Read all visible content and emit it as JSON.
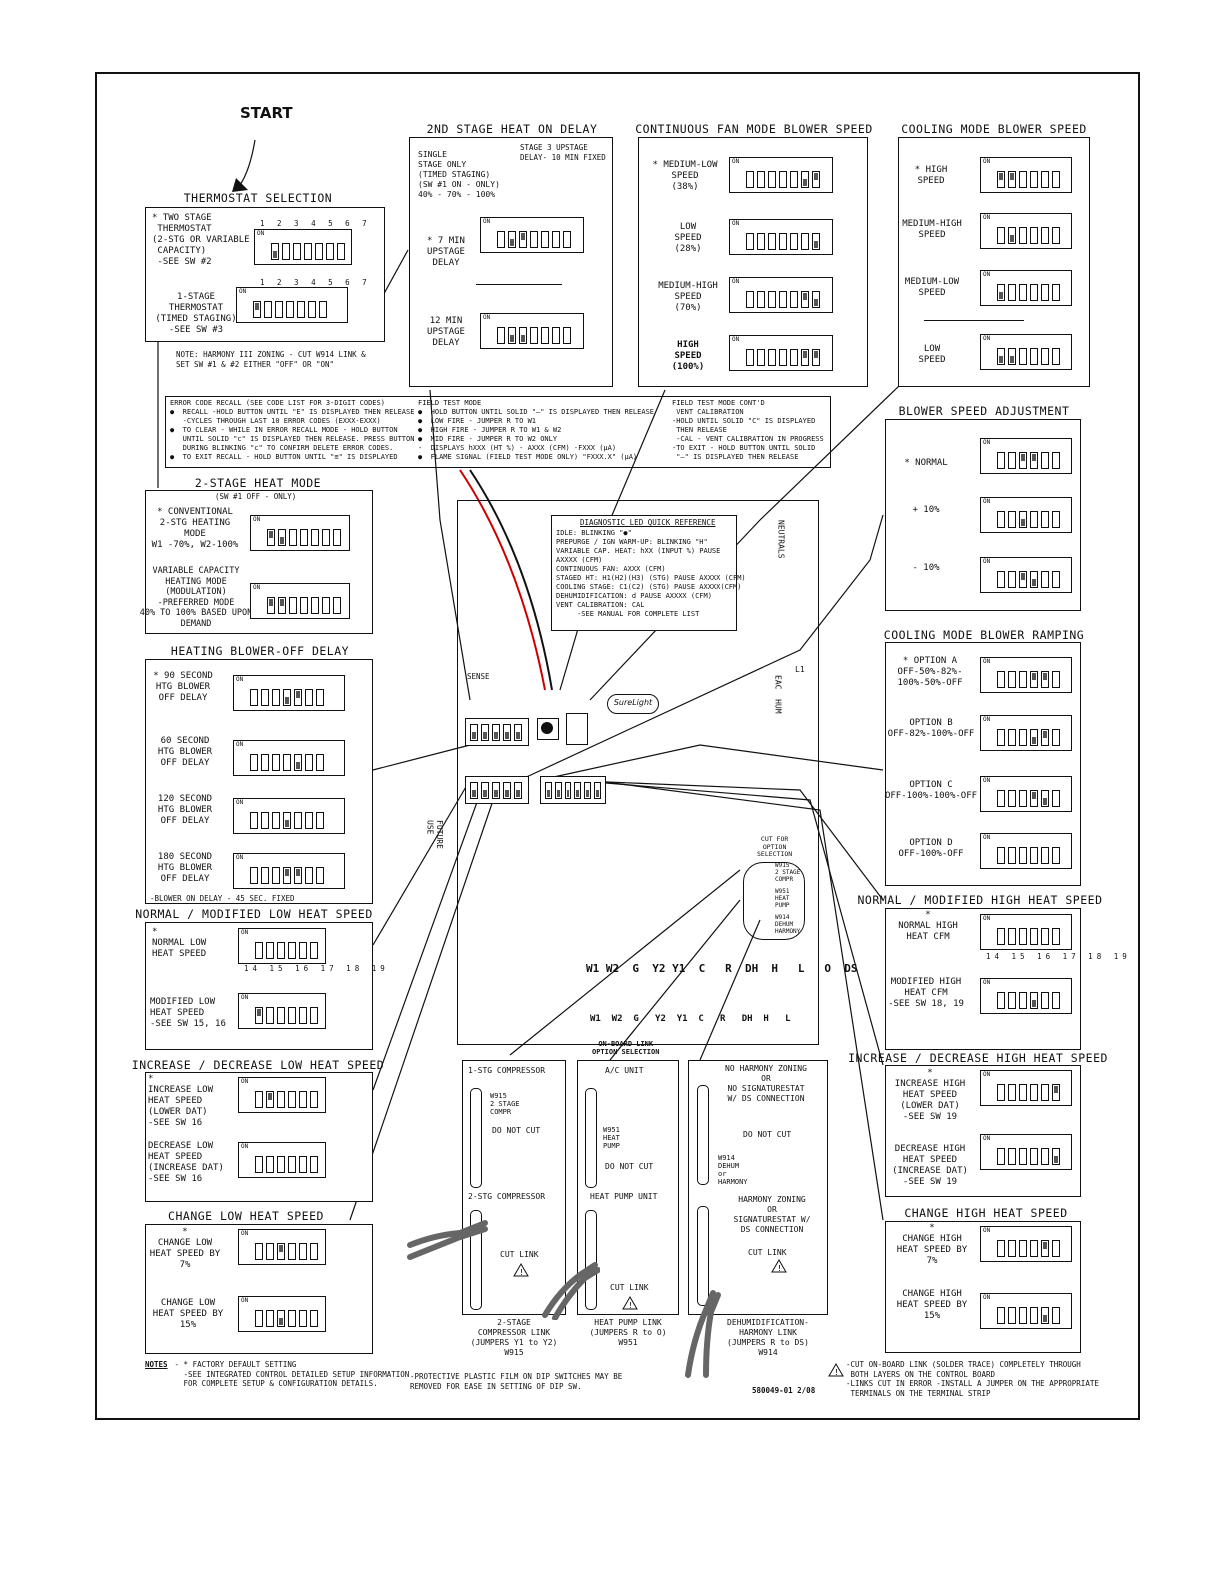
{
  "start": "START",
  "thermostat": {
    "title": "THERMOSTAT SELECTION",
    "opt1": "* TWO STAGE\n THERMOSTAT\n(2-STG OR VARIABLE\n CAPACITY)\n -SEE SW #2",
    "opt2": "1-STAGE\nTHERMOSTAT\n(TIMED STAGING)\n-SEE SW #3",
    "note": "NOTE: HARMONY III ZONING - CUT W914 LINK &\nSET SW #1 & #2 EITHER \"OFF\" OR \"ON\""
  },
  "second_stage": {
    "title": "2ND STAGE HEAT ON DELAY",
    "stage3": "STAGE 3 UPSTAGE\nDELAY- 10 MIN FIXED",
    "single": "SINGLE\nSTAGE ONLY\n(TIMED STAGING)\n(SW #1 ON - ONLY)\n40% - 70% - 100%",
    "seven": "* 7 MIN\nUPSTAGE\nDELAY",
    "twelve": "12 MIN\nUPSTAGE\nDELAY"
  },
  "continuous_fan": {
    "title": "CONTINUOUS FAN MODE BLOWER SPEED",
    "opt1": "* MEDIUM-LOW\nSPEED\n(38%)",
    "opt2": "LOW\nSPEED\n(28%)",
    "opt3": "MEDIUM-HIGH\nSPEED\n(70%)",
    "opt4": "HIGH\nSPEED\n(100%)"
  },
  "cooling_speed": {
    "title": "COOLING MODE BLOWER SPEED",
    "opt1": "* HIGH\nSPEED",
    "opt2": "MEDIUM-HIGH\nSPEED",
    "opt3": "MEDIUM-LOW\nSPEED",
    "opt4": "LOW\nSPEED"
  },
  "error_recall": {
    "col1": "ERROR CODE RECALL (SEE CODE LIST FOR 3-DIGIT CODES)\n●  RECALL -HOLD BUTTON UNTIL \"E\" IS DISPLAYED THEN RELEASE\n   -CYCLES THROUGH LAST 10 ERROR CODES (EXXX-EXXX)\n●  TO CLEAR - WHILE IN ERROR RECALL MODE - HOLD BUTTON\n   UNTIL SOLID \"c\" IS DISPLAYED THEN RELEASE. PRESS BUTTON\n   DURING BLINKING \"c\" TO CONFIRM DELETE ERROR CODES.\n●  TO EXIT RECALL - HOLD BUTTON UNTIL \"≡\" IS DISPLAYED",
    "col2": "FIELD TEST MODE\n●  HOLD BUTTON UNTIL SOLID \"—\" IS DISPLAYED THEN RELEASE\n●  LOW FIRE - JUMPER R TO W1\n●  HIGH FIRE - JUMPER R TO W1 & W2\n●  MID FIRE - JUMPER R TO W2 ONLY\n-  DISPLAYS hXXX (HT %) - AXXX (CFM) -FXXX (µA)\n●  FLAME SIGNAL (FIELD TEST MODE ONLY) \"FXXX.X\" (µA)",
    "col3": "FIELD TEST MODE CONT'D\n VENT CALIBRATION\n-HOLD UNTIL SOLID \"C\" IS DISPLAYED\n THEN RELEASE\n -CAL - VENT CALIBRATION IN PROGRESS\n-TO EXIT - HOLD BUTTON UNTIL SOLID\n \"—\" IS DISPLAYED THEN RELEASE"
  },
  "two_stage_heat": {
    "title": "2-STAGE HEAT MODE",
    "sub": "(SW #1 OFF - ONLY)",
    "opt1": "* CONVENTIONAL\n2-STG HEATING\nMODE\nW1 -70%, W2-100%",
    "opt2": "VARIABLE CAPACITY\nHEATING MODE\n(MODULATION)\n-PREFERRED MODE\n40% TO 100% BASED UPON\nDEMAND"
  },
  "blower_off": {
    "title": "HEATING BLOWER-OFF DELAY",
    "opt1": "* 90 SECOND\nHTG BLOWER\nOFF DELAY",
    "opt2": "60 SECOND\nHTG BLOWER\nOFF DELAY",
    "opt3": "120 SECOND\nHTG BLOWER\nOFF DELAY",
    "opt4": "180 SECOND\nHTG BLOWER\nOFF DELAY",
    "note": "-BLOWER ON DELAY - 45 SEC. FIXED"
  },
  "low_heat": {
    "title": "NORMAL / MODIFIED  LOW HEAT SPEED",
    "opt1": "*\nNORMAL LOW\nHEAT SPEED",
    "opt2": "MODIFIED LOW\nHEAT SPEED\n-SEE SW 15, 16"
  },
  "inc_low": {
    "title": "INCREASE / DECREASE LOW HEAT SPEED",
    "opt1": "*\nINCREASE LOW\nHEAT SPEED\n(LOWER DAT)\n-SEE SW 16",
    "opt2": "DECREASE LOW\nHEAT SPEED\n(INCREASE DAT)\n-SEE SW 16"
  },
  "change_low": {
    "title": "CHANGE LOW HEAT SPEED",
    "opt1": "*\nCHANGE LOW\nHEAT SPEED BY\n7%",
    "opt2": "CHANGE LOW\nHEAT SPEED BY\n15%"
  },
  "blower_adj": {
    "title": "BLOWER SPEED ADJUSTMENT",
    "opt1": "* NORMAL",
    "opt2": "+ 10%",
    "opt3": "- 10%"
  },
  "ramping": {
    "title": "COOLING MODE BLOWER RAMPING",
    "opt1": "* OPTION A\nOFF-50%-82%-\n100%-50%-OFF",
    "opt2": "OPTION B\nOFF-82%-100%-OFF",
    "opt3": "OPTION C\nOFF-100%-100%-OFF",
    "opt4": "OPTION D\nOFF-100%-OFF"
  },
  "high_heat": {
    "title": "NORMAL / MODIFIED HIGH HEAT SPEED",
    "opt1": "*\nNORMAL HIGH\nHEAT CFM",
    "opt2": "MODIFIED HIGH\nHEAT CFM\n-SEE SW 18, 19"
  },
  "inc_high": {
    "title": "INCREASE / DECREASE HIGH HEAT SPEED",
    "opt1": "*\nINCREASE HIGH\nHEAT SPEED\n(LOWER DAT)\n-SEE SW 19",
    "opt2": "DECREASE HIGH\nHEAT SPEED\n(INCREASE DAT)\n-SEE SW 19"
  },
  "change_high": {
    "title": "CHANGE HIGH HEAT SPEED",
    "opt1": "*\nCHANGE HIGH\nHEAT SPEED BY\n7%",
    "opt2": "CHANGE HIGH\nHEAT SPEED BY\n15%"
  },
  "diag": {
    "title": "DIAGNOSTIC LED QUICK REFERENCE",
    "body": "IDLE: BLINKING \"●\"\nPREPURGE / IGN WARM-UP: BLINKING \"H\"\nVARIABLE CAP. HEAT: hXX (INPUT %) PAUSE\nAXXXX (CFM)\nCONTINUOUS FAN: AXXX (CFM)\nSTAGED HT: H1(H2)(H3) (STG) PAUSE AXXXX (CFM)\nCOOLING STAGE: C1(C2) (STG) PAUSE AXXXX(CFM)\nDEHUMIDIFICATION: d PAUSE AXXXX (CFM)\nVENT CALIBRATION: CAL\n     -SEE MANUAL FOR COMPLETE LIST"
  },
  "board": {
    "terminals": "W1 W2  G  Y2 Y1  C   R  DH  H   L   O  DS",
    "bottom_terminals": "W1  W2  G   Y2  Y1  C   R   DH  H   L",
    "neutrals": "NEUTRALS",
    "eac": "EAC  HUM",
    "l1": "L1",
    "sense": "SENSE",
    "future": "FUTURE\nUSE",
    "surelight": "SureLight",
    "cut_for": "CUT FOR\nOPTION\nSELECTION",
    "w915": "W915\n2 STAGE\nCOMPR",
    "w951": "W951\nHEAT\nPUMP",
    "w914": "W914\nDEHUM\nHARMONY"
  },
  "links": {
    "header": "ON-BOARD LINK\nOPTION SELECTION",
    "c1_top": "1-STG COMPRESSOR",
    "c1_link": "W915\n2 STAGE\nCOMPR",
    "c1_dnc": "DO NOT CUT",
    "c1_mid": "2-STG COMPRESSOR",
    "c1_cut": "CUT LINK",
    "c1_cap": "2-STAGE\nCOMPRESSOR LINK\n(JUMPERS Y1 to Y2)\nW915",
    "c2_top": "A/C UNIT",
    "c2_link": "W951\nHEAT\nPUMP",
    "c2_dnc": "DO NOT CUT",
    "c2_mid": "HEAT PUMP UNIT",
    "c2_cut": "CUT LINK",
    "c2_cap": "HEAT PUMP LINK\n(JUMPERS R to O)\nW951",
    "c3_top": "NO HARMONY ZONING\nOR\nNO SIGNATURESTAT\nW/ DS CONNECTION",
    "c3_dnc": "DO NOT CUT",
    "c3_link": "W914\nDEHUM\nor\nHARMONY",
    "c3_mid": "HARMONY ZONING\nOR\nSIGNATURESTAT W/\nDS CONNECTION",
    "c3_cut": "CUT LINK",
    "c3_cap": "DEHUMIDIFICATION-\nHARMONY LINK\n(JUMPERS R to DS)\nW914"
  },
  "notes": {
    "label": "NOTES",
    "n1": " - * FACTORY DEFAULT SETTING\n   -SEE INTEGRATED CONTROL DETAILED SETUP INFORMATION\n   FOR COMPLETE SETUP & CONFIGURATION DETAILS.",
    "n2": "-PROTECTIVE PLASTIC FILM ON DIP SWITCHES MAY BE\nREMOVED FOR EASE IN SETTING OF DIP SW.",
    "n3": "-CUT ON-BOARD LINK (SOLDER TRACE) COMPLETELY THROUGH\n BOTH LAYERS ON THE CONTROL BOARD\n-LINKS CUT IN ERROR -INSTALL A JUMPER ON THE APPROPRIATE\n TERMINALS ON THE TERMINAL STRIP",
    "part": "580049-01 2/08"
  }
}
